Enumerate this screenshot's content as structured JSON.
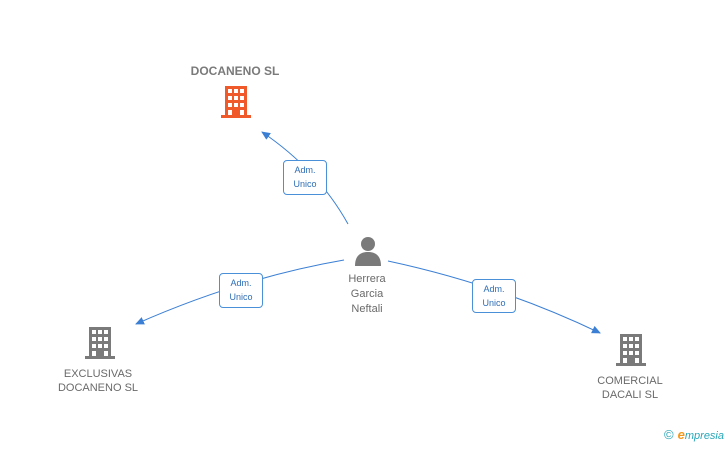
{
  "nodes": {
    "main_company": {
      "name": "DOCANENO SL",
      "icon": "building-icon",
      "color": "#f05a2a"
    },
    "person": {
      "name_lines": [
        "Herrera",
        "Garcia",
        "Neftali"
      ],
      "icon": "person-icon",
      "color": "#7a7a7a"
    },
    "company_left": {
      "name_lines": [
        "EXCLUSIVAS",
        "DOCANENO SL"
      ],
      "icon": "building-icon",
      "color": "#7a7a7a"
    },
    "company_right": {
      "name_lines": [
        "COMERCIAL",
        "DACALI SL"
      ],
      "icon": "building-icon",
      "color": "#7a7a7a"
    }
  },
  "edges": [
    {
      "role_lines": [
        "Adm.",
        "Unico"
      ]
    },
    {
      "role_lines": [
        "Adm.",
        "Unico"
      ]
    },
    {
      "role_lines": [
        "Adm.",
        "Unico"
      ]
    }
  ],
  "colors": {
    "edge": "#3b7fd4",
    "role_text": "#2d6db5"
  },
  "footer": {
    "copyright": "©",
    "brand_initial": "e",
    "brand_rest": "mpresia"
  }
}
